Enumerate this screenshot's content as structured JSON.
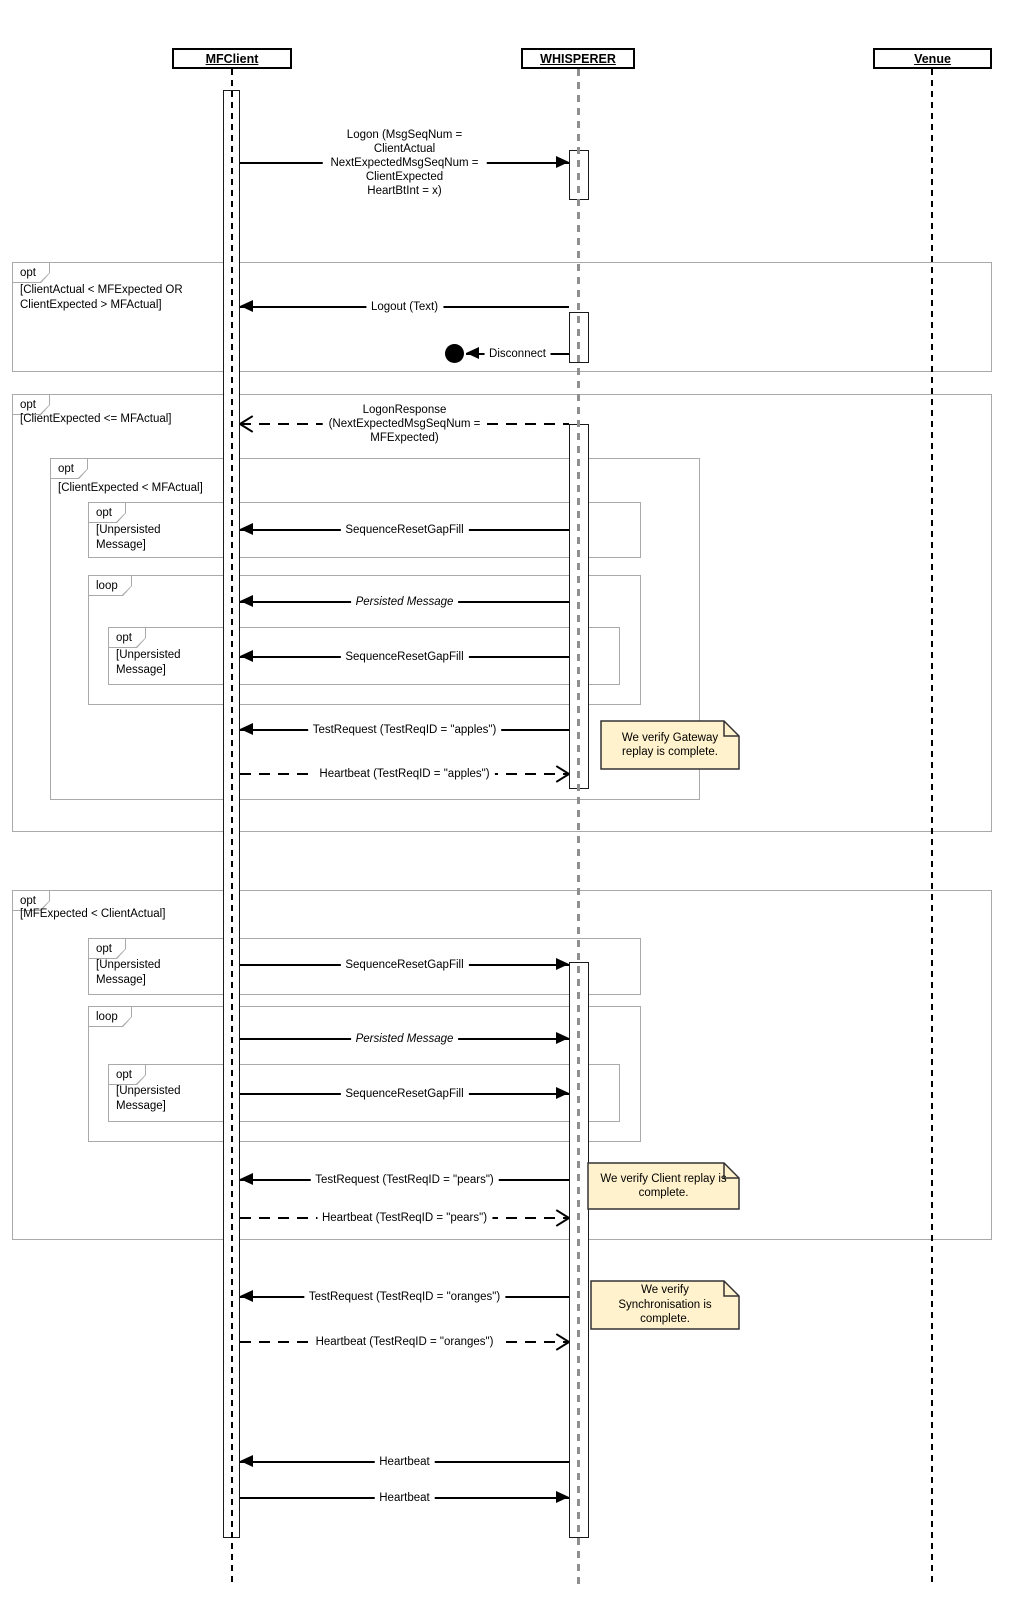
{
  "participants": [
    {
      "name": "MFClient"
    },
    {
      "name": "WHISPERER"
    },
    {
      "name": "Venue"
    }
  ],
  "frames": {
    "opt_label": "opt",
    "loop_label": "loop",
    "guards": {
      "invalid_sequence": "[ClientActual < MFExpected OR\nClientExpected > MFActual]",
      "client_expected_lte_mfactual": "[ClientExpected <= MFActual]",
      "client_expected_lt_mfactual": "[ClientExpected < MFActual]",
      "unpersisted_message": "[Unpersisted\nMessage]",
      "unpersisted_message_indented": "[Unpersisted\n Message]",
      "mfexpected_lt_clientactual": "[MFExpected < ClientActual]"
    }
  },
  "messages": {
    "logon": "Logon (MsgSeqNum = ClientActual\nNextExpectedMsgSeqNum = ClientExpected\nHeartBtInt = x)",
    "logout": "Logout (Text)",
    "disconnect": "Disconnect",
    "logon_response": "LogonResponse\n(NextExpectedMsgSeqNum = MFExpected)",
    "sequence_reset_gap_fill": "SequenceResetGapFill",
    "persisted_message": "Persisted Message",
    "test_request_apples": "TestRequest (TestReqID = \"apples\")",
    "heartbeat_apples": "Heartbeat (TestReqID = \"apples\")",
    "test_request_pears": "TestRequest (TestReqID = \"pears\")",
    "heartbeat_pears": "Heartbeat (TestReqID = \"pears\")",
    "test_request_oranges": "TestRequest (TestReqID = \"oranges\")",
    "heartbeat_oranges": "Heartbeat (TestReqID = \"oranges\")",
    "heartbeat": "Heartbeat"
  },
  "notes": {
    "gateway_replay": "We verify Gateway\nreplay is complete.",
    "client_replay": "We verify Client replay is\ncomplete.",
    "synchronisation": "We verify\nSynchronisation is\ncomplete."
  },
  "colors": {
    "note_fill": "#FFF2CC",
    "note_border": "#333333",
    "frame_border": "#A9A9A9",
    "line": "#000000"
  }
}
